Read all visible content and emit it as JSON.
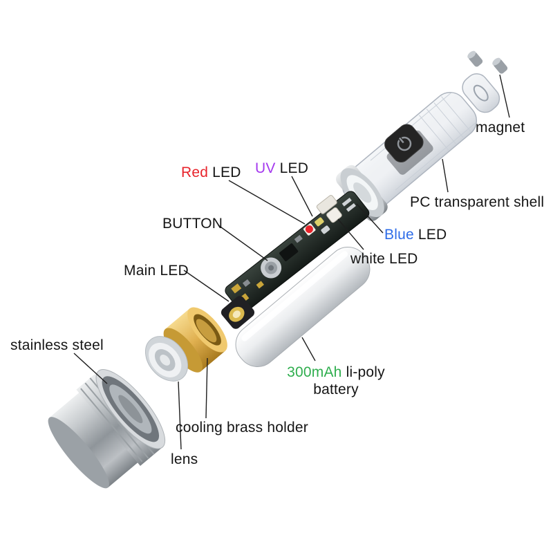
{
  "title": "Mini keychain flashlight exploded-view diagram",
  "colors": {
    "red": "#e8232b",
    "uv": "#a438ee",
    "blue": "#2e6ce8",
    "green": "#2fae4e",
    "text": "#151515",
    "background": "#ffffff",
    "brass": "#e0b050",
    "pcb": "#242e28"
  },
  "labels": {
    "magnet": "magnet",
    "shell": "PC transparent shell",
    "red_led": {
      "colored": "Red",
      "rest": " LED"
    },
    "uv_led": {
      "colored": "UV",
      "rest": " LED"
    },
    "blue_led": {
      "colored": "Blue",
      "rest": " LED"
    },
    "white_led": "white LED",
    "button": "BUTTON",
    "main_led": "Main LED",
    "stainless_steel": "stainless steel",
    "lens": "lens",
    "brass_holder": "cooling brass holder",
    "battery": {
      "colored": "300mAh",
      "rest": " li-poly",
      "line2": "battery"
    }
  }
}
